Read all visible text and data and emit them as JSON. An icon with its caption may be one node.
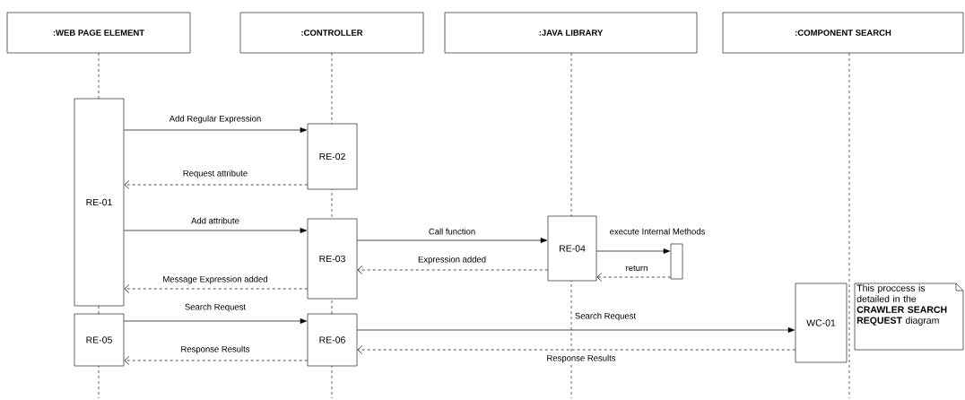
{
  "diagram": {
    "nodes": [
      {
        "text": [
          ":WEB PAGE ELEMENT"
        ]
      },
      {
        "text": [
          ":CONTROLLER"
        ]
      },
      {
        "text": [
          ":JAVA LIBRARY"
        ]
      },
      {
        "text": [
          ":COMPONENT SEARCH"
        ]
      },
      {
        "text": [
          "RE-01"
        ]
      },
      {
        "text": [
          "RE-02"
        ]
      },
      {
        "text": [
          "RE-03"
        ]
      },
      {
        "text": [
          "RE-04"
        ]
      },
      {
        "text": [],
        "shape": "box"
      },
      {
        "text": [
          "RE-05"
        ]
      },
      {
        "text": [
          "RE-06"
        ]
      },
      {
        "text": [
          "WC-01"
        ]
      },
      {
        "text": [
          "This proccess is detailed in the **CRAWLER SEARCH REQUEST** diagram"
        ]
      }
    ],
    "edges": [
      {
        "from": 4,
        "to": 5,
        "arrow": "to",
        "label": "Add Regular Expression"
      },
      {
        "from": 5,
        "to": 4,
        "arrow": "to",
        "label": "Request attribute",
        "style": "dashed"
      },
      {
        "from": 4,
        "to": 6,
        "arrow": "to",
        "label": "Add attribute"
      },
      {
        "from": 6,
        "to": 7,
        "arrow": "to",
        "label": "Call function"
      },
      {
        "from": 7,
        "to": 6,
        "arrow": "to",
        "label": "Expression added",
        "style": "dashed"
      },
      {
        "from": 7,
        "to": 8,
        "arrow": "to",
        "label": "execute Internal Methods"
      },
      {
        "from": 8,
        "to": 7,
        "arrow": "to",
        "label": "return",
        "style": "dashed"
      },
      {
        "from": 6,
        "to": 4,
        "arrow": "to",
        "label": "Message Expression added",
        "style": "dashed"
      },
      {
        "from": 9,
        "to": 10,
        "arrow": "to",
        "label": "Search Request"
      },
      {
        "from": 10,
        "to": 11,
        "arrow": "to",
        "label": "Search Request"
      },
      {
        "from": 11,
        "to": 10,
        "arrow": "to",
        "label": "Response Results",
        "style": "dashed"
      },
      {
        "from": 10,
        "to": 9,
        "arrow": "to",
        "label": "Response Results",
        "style": "dashed"
      }
    ]
  }
}
